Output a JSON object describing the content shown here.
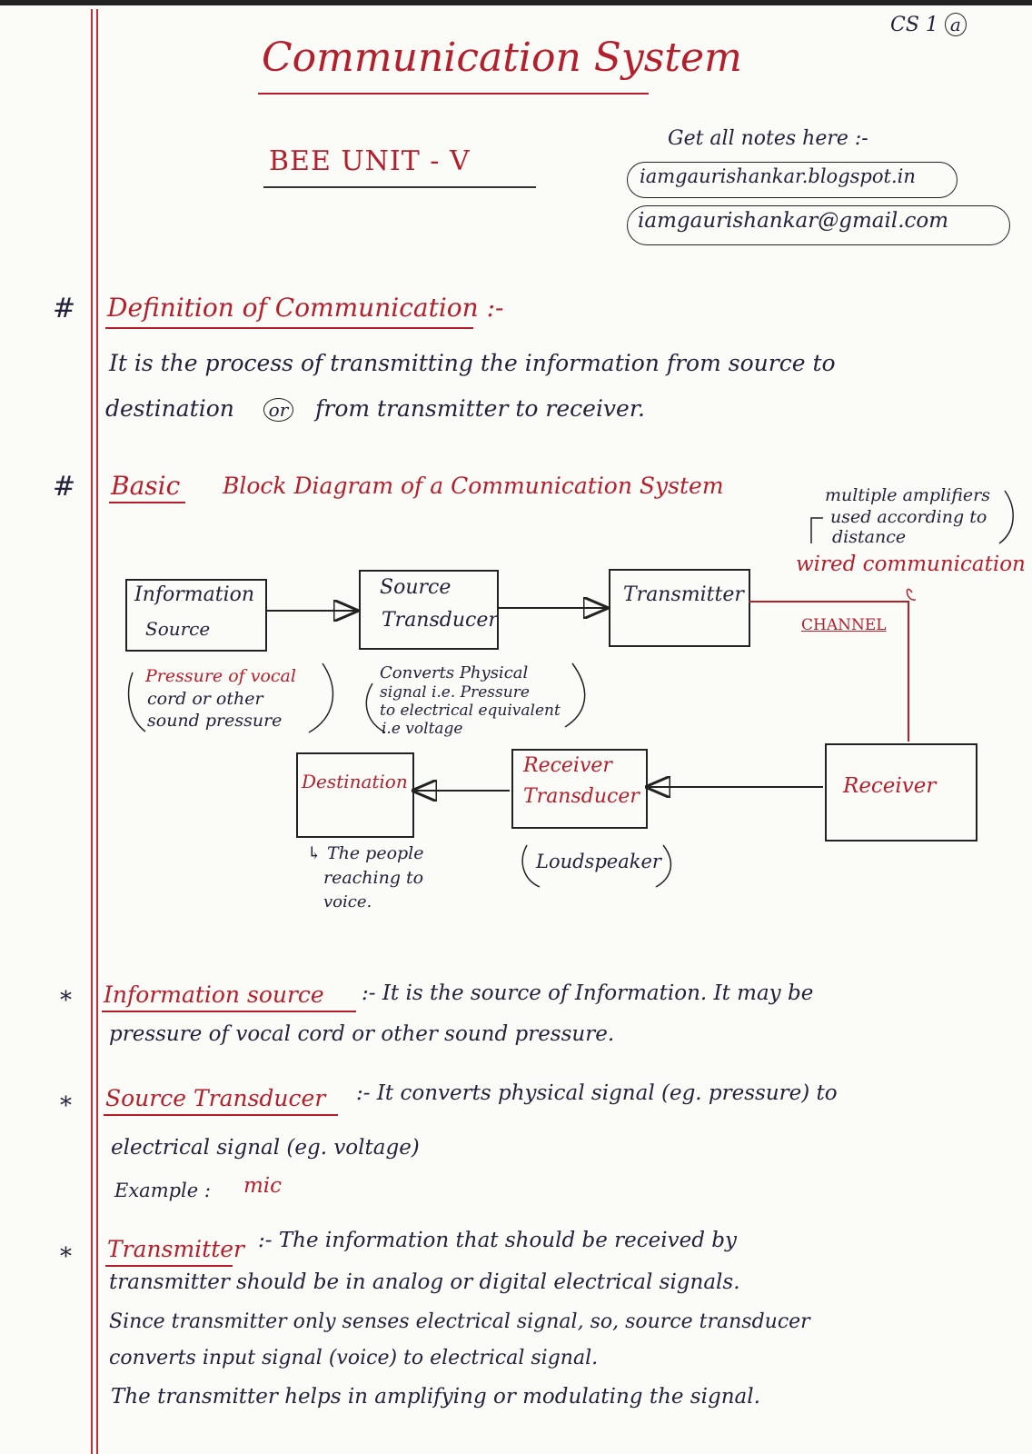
{
  "header": {
    "title": "Communication System",
    "subtitle": "BEE   UNIT - V",
    "page_tag": "CS 1",
    "page_tag_circled": "a",
    "notes_label": "Get all notes here :-",
    "blog": "iamgaurishankar.blogspot.in",
    "email": "iamgaurishankar@gmail.com"
  },
  "definition": {
    "bullet": "#",
    "heading": "Definition of Communication :-",
    "line1": "It is the process of transmitting the information from source to",
    "line2_a": "destination",
    "line2_or": "or",
    "line2_b": "from transmitter to receiver."
  },
  "diagram": {
    "bullet": "#",
    "heading_a": "Basic",
    "heading_b": "Block Diagram of a Communication System",
    "note_multi_1": "multiple amplifiers",
    "note_multi_2": "used according to",
    "note_multi_3": "distance",
    "wired": "wired communication",
    "channel": "CHANNEL",
    "boxes": {
      "info_source_1": "Information",
      "info_source_2": "Source",
      "source_trans_1": "Source",
      "source_trans_2": "Transducer",
      "transmitter": "Transmitter",
      "receiver": "Receiver",
      "receiver_trans_1": "Receiver",
      "receiver_trans_2": "Transducer",
      "destination": "Destination"
    },
    "notes": {
      "info_1": "Pressure of vocal",
      "info_2": "cord or other",
      "info_3": "sound pressure",
      "src_1": "Converts Physical",
      "src_2": "signal i.e. Pressure",
      "src_3": "to electrical equivalent",
      "src_4": "i.e voltage",
      "dest_1": "The people",
      "dest_2": "reaching to",
      "dest_3": "voice.",
      "rt_1": "Loudspeaker"
    }
  },
  "sections": {
    "info": {
      "bullet": "*",
      "heading": "Information source",
      "line1": ":-  It  is  the  source  of  Information.  It  may  be",
      "line2": "pressure  of  vocal  cord  or  other  sound  pressure."
    },
    "src": {
      "bullet": "*",
      "heading": "Source Transducer",
      "line1": ":-  It  converts  physical  signal  (eg. pressure)  to",
      "line2": "electrical  signal  (eg. voltage)",
      "example_label": "Example :",
      "example_value": "mic"
    },
    "tx": {
      "bullet": "*",
      "heading": "Transmitter",
      "line1": ":-  The  information  that  should  be  received  by",
      "line2": "transmitter  should  be  in  analog  or  digital  electrical  signals.",
      "line3": "Since  transmitter  only  senses  electrical  signal,  so,  source  transducer",
      "line4": "converts  input  signal  (voice)  to  electrical  signal.",
      "line5": "The  transmitter  helps  in  amplifying  or  modulating  the  signal."
    }
  }
}
